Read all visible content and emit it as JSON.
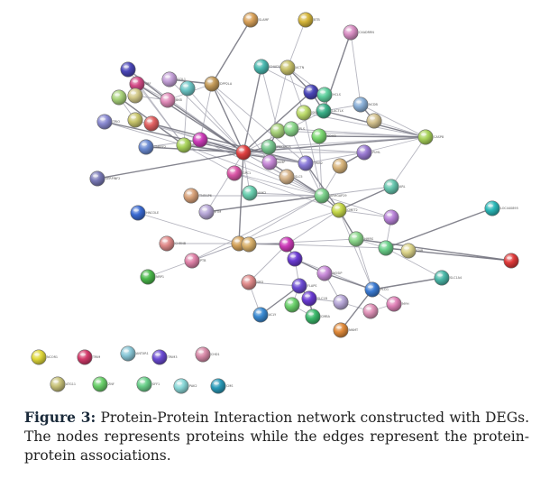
{
  "caption": {
    "label": "Figure 3:",
    "text": "Protein-Protein Interaction network constructed with DEGs. The nodes represents proteins while the edges represent the protein-protein associations."
  },
  "network": {
    "nodes": [
      {
        "id": "n1",
        "color": "#d9a25a",
        "label": "SLAMF"
      },
      {
        "id": "n2",
        "color": "#d6b63a",
        "label": "BTB"
      },
      {
        "id": "n3",
        "color": "#d98fc4",
        "label": "CXADRRN"
      },
      {
        "id": "n4",
        "color": "#4ab9b0",
        "label": "CHAD1"
      },
      {
        "id": "n5",
        "color": "#c8c26a",
        "label": "ACTN"
      },
      {
        "id": "n6",
        "color": "#4a46b8",
        "label": ""
      },
      {
        "id": "n7",
        "color": "#c4a0d8",
        "label": "COL1"
      },
      {
        "id": "n8",
        "color": "#d24a86",
        "label": "SRF"
      },
      {
        "id": "n9",
        "color": "#c39a58",
        "label": "DPP2LA"
      },
      {
        "id": "n10",
        "color": "#4a46b8",
        "label": "PTB"
      },
      {
        "id": "n11",
        "color": "#6cc6c6",
        "label": ""
      },
      {
        "id": "n12",
        "color": "#a8d27a",
        "label": ""
      },
      {
        "id": "n13",
        "color": "#d3c98a",
        "label": ""
      },
      {
        "id": "n14",
        "color": "#e08ab8",
        "label": "BKB"
      },
      {
        "id": "n15",
        "color": "#8a8ad2",
        "label": "TRIO"
      },
      {
        "id": "n16",
        "color": "#c9c66c",
        "label": ""
      },
      {
        "id": "n17",
        "color": "#e06060",
        "label": ""
      },
      {
        "id": "n18",
        "color": "#5ed09e",
        "label": "HCLS"
      },
      {
        "id": "n19",
        "color": "#3ab088",
        "label": "LACTLX"
      },
      {
        "id": "n20",
        "color": "#bddc6c",
        "label": "SKA"
      },
      {
        "id": "n21",
        "color": "#8ab0d8",
        "label": "NCDB"
      },
      {
        "id": "n22",
        "color": "#d4c28e",
        "label": ""
      },
      {
        "id": "n23",
        "color": "#6a8ad2",
        "label": "TMEFF2"
      },
      {
        "id": "n24",
        "color": "#a8d25a",
        "label": "RHD"
      },
      {
        "id": "n25",
        "color": "#cc3ab8",
        "label": ""
      },
      {
        "id": "n26",
        "color": "#e04040",
        "label": ""
      },
      {
        "id": "n27",
        "color": "#78c890",
        "label": "PRKAR2A"
      },
      {
        "id": "n28",
        "color": "#a8d27a",
        "label": ""
      },
      {
        "id": "n29",
        "color": "#8cd88c",
        "label": "PLS"
      },
      {
        "id": "n30",
        "color": "#7ad870",
        "label": "SDHB"
      },
      {
        "id": "n31",
        "color": "#a8d25a",
        "label": "CASP8"
      },
      {
        "id": "n32",
        "color": "#9a7ad2",
        "label": "PUHL"
      },
      {
        "id": "n33",
        "color": "#8a7ad8",
        "label": "TRIB2"
      },
      {
        "id": "n34",
        "color": "#d8b47a",
        "label": ""
      },
      {
        "id": "n35",
        "color": "#d6b48a",
        "label": "SLC5"
      },
      {
        "id": "n36",
        "color": "#7a7ab8",
        "label": "SERPINF2"
      },
      {
        "id": "n37",
        "color": "#da56a6",
        "label": "GPC1"
      },
      {
        "id": "n38",
        "color": "#c88ad8",
        "label": "AIMP"
      },
      {
        "id": "n39",
        "color": "#6ad0b0",
        "label": "ANK2"
      },
      {
        "id": "n40",
        "color": "#7ad08a",
        "label": "ARHGAP29"
      },
      {
        "id": "n41",
        "color": "#66c6ae",
        "label": "ARL"
      },
      {
        "id": "n42",
        "color": "#d8a27a",
        "label": "TNFAIP6"
      },
      {
        "id": "n43",
        "color": "#3a6ad2",
        "label": "HNCOLE"
      },
      {
        "id": "n44",
        "color": "#b8a8d8",
        "label": "ETM"
      },
      {
        "id": "n45",
        "color": "#c6d84a",
        "label": "CMET2"
      },
      {
        "id": "n46",
        "color": "#2ab8b8",
        "label": "LOC440895"
      },
      {
        "id": "n47",
        "color": "#b882d8",
        "label": ""
      },
      {
        "id": "n48",
        "color": "#8cd88c",
        "label": "HMRS"
      },
      {
        "id": "n49",
        "color": "#6ad08a",
        "label": ""
      },
      {
        "id": "n50",
        "color": "#e08a8a",
        "label": "CHRNB"
      },
      {
        "id": "n51",
        "color": "#d4a25a",
        "label": "CTSB"
      },
      {
        "id": "n52",
        "color": "#d9b06a",
        "label": ""
      },
      {
        "id": "n53",
        "color": "#cc3ab8",
        "label": ""
      },
      {
        "id": "n54",
        "color": "#dcd48a",
        "label": "CNR"
      },
      {
        "id": "n55",
        "color": "#e03a3a",
        "label": ""
      },
      {
        "id": "n56",
        "color": "#e082a8",
        "label": "PTB"
      },
      {
        "id": "n57",
        "color": "#6a3ad2",
        "label": ""
      },
      {
        "id": "n58",
        "color": "#c88ad8",
        "label": "NOSIP"
      },
      {
        "id": "n59",
        "color": "#4ab84a",
        "label": "NRP1"
      },
      {
        "id": "n60",
        "color": "#4ab8a8",
        "label": "SLC1A4"
      },
      {
        "id": "n61",
        "color": "#e08a8a",
        "label": "SRD"
      },
      {
        "id": "n62",
        "color": "#6a4ad2",
        "label": "FLAPS"
      },
      {
        "id": "n63",
        "color": "#6a3ad2",
        "label": "SLC1B"
      },
      {
        "id": "n64",
        "color": "#b8a8d8",
        "label": ""
      },
      {
        "id": "n65",
        "color": "#3a7ad2",
        "label": "PLCG"
      },
      {
        "id": "n66",
        "color": "#6ad06a",
        "label": ""
      },
      {
        "id": "n67",
        "color": "#e082b8",
        "label": "MYH"
      },
      {
        "id": "n68",
        "color": "#e092b8",
        "label": ""
      },
      {
        "id": "n69",
        "color": "#3a8ad2",
        "label": "ACLY"
      },
      {
        "id": "n70",
        "color": "#3ab86a",
        "label": "CMBA"
      },
      {
        "id": "n71",
        "color": "#e08a3a",
        "label": "NNMT"
      },
      {
        "id": "n72",
        "color": "#e0d83a",
        "label": "NCOR1"
      },
      {
        "id": "n73",
        "color": "#d23a6a",
        "label": "TRIM"
      },
      {
        "id": "n74",
        "color": "#8ac8d8",
        "label": "ANTXR1"
      },
      {
        "id": "n75",
        "color": "#6a4ad2",
        "label": "TRIM3"
      },
      {
        "id": "n76",
        "color": "#d88aa8",
        "label": "CHD1"
      },
      {
        "id": "n77",
        "color": "#c8c27a",
        "label": "ATG11"
      },
      {
        "id": "n78",
        "color": "#6ad06a",
        "label": "ZNF"
      },
      {
        "id": "n79",
        "color": "#6ad08a",
        "label": "SFF1"
      },
      {
        "id": "n80",
        "color": "#8ad8d8",
        "label": "PAK2"
      },
      {
        "id": "n81",
        "color": "#2a9ab8",
        "label": "CMS"
      }
    ]
  }
}
